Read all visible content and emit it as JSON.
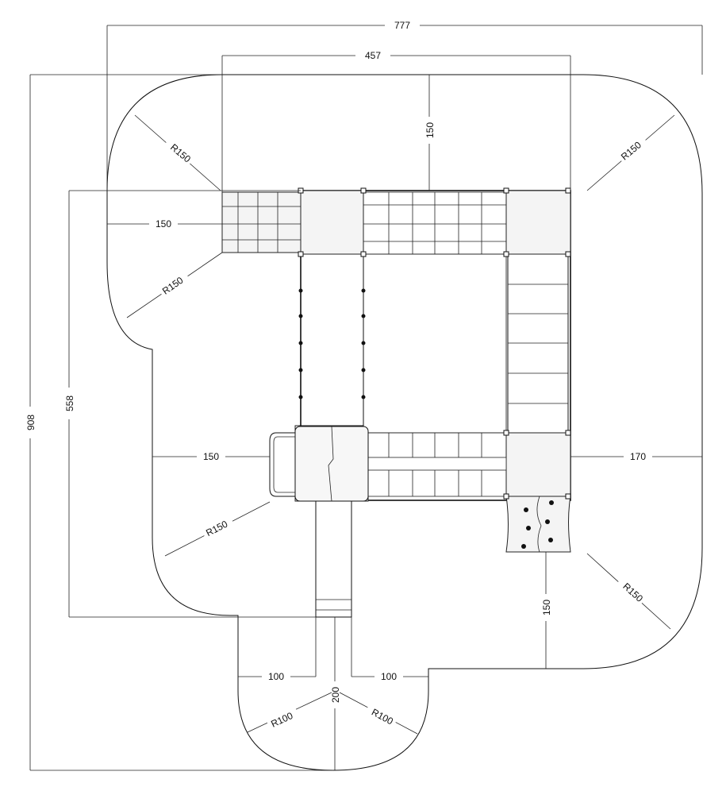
{
  "dimensions": {
    "overall_width": "777",
    "structure_width": "457",
    "overall_height": "908",
    "structure_height": "558",
    "top_clearance": "150",
    "left_upper_clearance": "150",
    "left_lower_clearance": "150",
    "right_clearance": "170",
    "bottom_right_clearance": "150",
    "slide_width": "200",
    "slide_left_clearance": "100",
    "slide_right_clearance": "100",
    "radius_150": "R150",
    "radius_100": "R100"
  }
}
